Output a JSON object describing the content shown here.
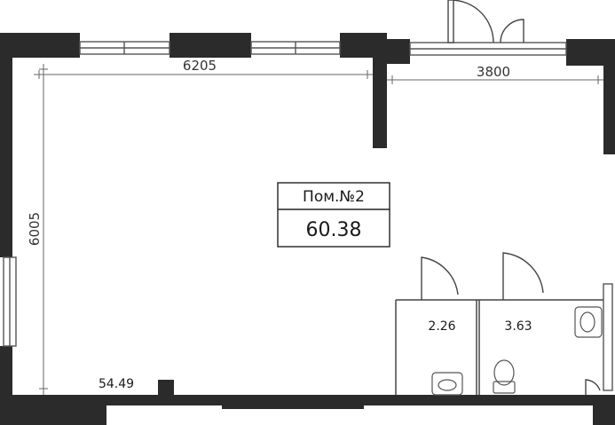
{
  "plan": {
    "room_label": "Пом.№2",
    "room_area": "60.38",
    "dimensions": {
      "main_width": "6205",
      "side_width": "3800",
      "main_height": "6005"
    },
    "sub_areas": {
      "bathroom_1": "2.26",
      "bathroom_2": "3.63",
      "corner_value": "54.49"
    },
    "colors": {
      "wall": "#2b2b2b",
      "line": "#555555",
      "background": "#ffffff"
    }
  }
}
